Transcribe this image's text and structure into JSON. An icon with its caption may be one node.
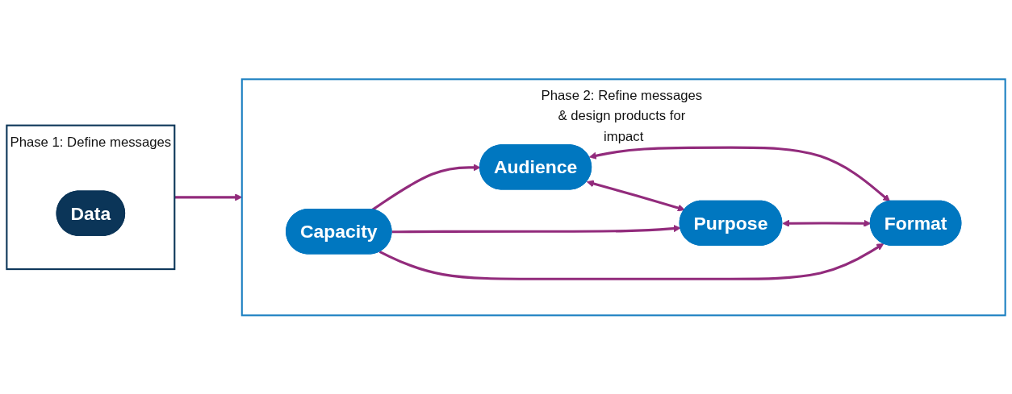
{
  "diagram": {
    "nodes": [
      {
        "text": [
          "Phase 1: Define messages"
        ]
      },
      {
        "text": [
          "Data"
        ],
        "in": 0
      },
      {
        "text": [
          "Phase 2: Refine messages & design products for impact"
        ]
      },
      {
        "text": [
          "Audience"
        ],
        "in": 2
      },
      {
        "text": [
          "Purpose"
        ],
        "in": 2
      },
      {
        "text": [
          "Format"
        ],
        "in": 2
      },
      {
        "text": [
          "Capacity"
        ],
        "in": 2
      }
    ],
    "edges": [
      {
        "from": 0,
        "to": 2,
        "arrow": "to"
      },
      {
        "from": 3,
        "to": 4,
        "arrow": "both"
      },
      {
        "from": 3,
        "to": 5,
        "arrow": "both"
      },
      {
        "from": 4,
        "to": 5,
        "arrow": "both"
      },
      {
        "from": 6,
        "to": 3,
        "arrow": "to"
      },
      {
        "from": 6,
        "to": 4,
        "arrow": "to"
      },
      {
        "from": 6,
        "to": 5,
        "arrow": "to"
      }
    ]
  }
}
